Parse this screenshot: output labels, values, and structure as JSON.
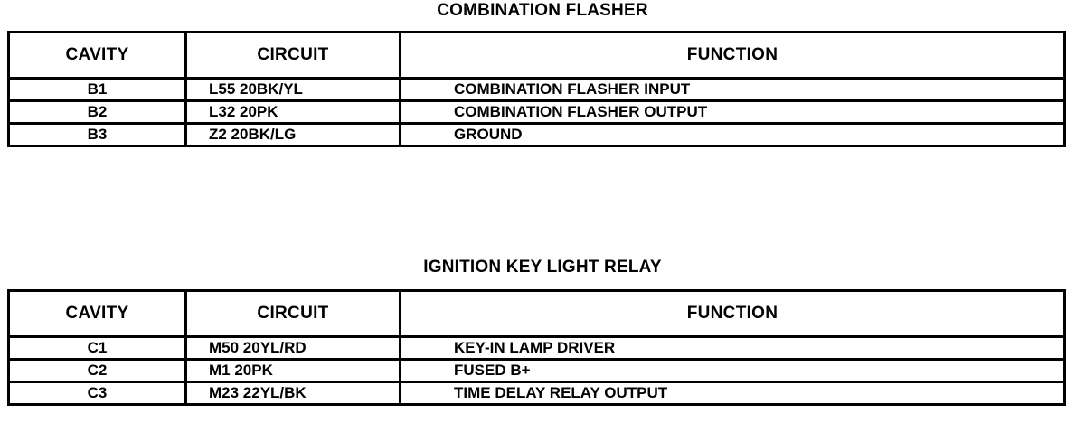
{
  "document": {
    "type": "connector-pinout-tables"
  },
  "sections": [
    {
      "id": "combination-flasher",
      "title": "COMBINATION FLASHER",
      "columns": [
        "CAVITY",
        "CIRCUIT",
        "FUNCTION"
      ],
      "rows": [
        {
          "cavity": "B1",
          "circuit": "L55 20BK/YL",
          "function": "COMBINATION FLASHER INPUT"
        },
        {
          "cavity": "B2",
          "circuit": "L32 20PK",
          "function": "COMBINATION FLASHER OUTPUT"
        },
        {
          "cavity": "B3",
          "circuit": "Z2 20BK/LG",
          "function": "GROUND"
        }
      ]
    },
    {
      "id": "ignition-key-light-relay",
      "title": "IGNITION KEY LIGHT RELAY",
      "columns": [
        "CAVITY",
        "CIRCUIT",
        "FUNCTION"
      ],
      "rows": [
        {
          "cavity": "C1",
          "circuit": "M50 20YL/RD",
          "function": "KEY-IN LAMP DRIVER"
        },
        {
          "cavity": "C2",
          "circuit": "M1 20PK",
          "function": "FUSED B+"
        },
        {
          "cavity": "C3",
          "circuit": "M23 22YL/BK",
          "function": "TIME DELAY RELAY OUTPUT"
        }
      ]
    }
  ],
  "colors": {
    "ink": "#000000",
    "paper": "#ffffff"
  }
}
